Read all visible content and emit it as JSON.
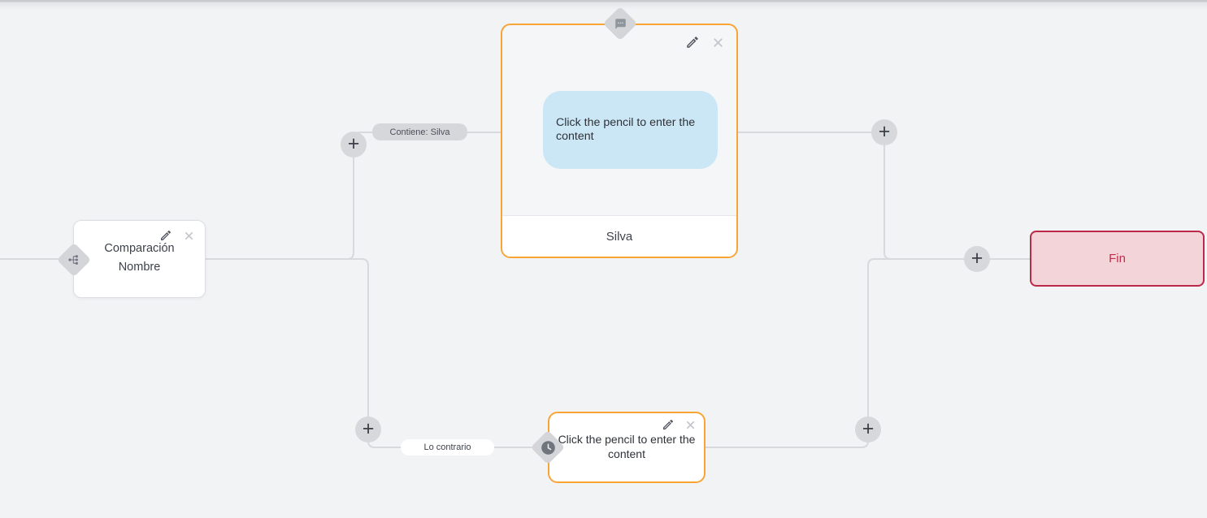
{
  "edge_labels": {
    "top": "Contiene: Silva",
    "bottom": "Lo contrario"
  },
  "add_button": {
    "label": "+"
  },
  "condition_node": {
    "line1": "Comparación",
    "line2": "Nombre"
  },
  "message_node": {
    "bubble": "Click the pencil to enter the content",
    "footer": "Silva"
  },
  "wait_node": {
    "text": "Click the pencil to enter the content"
  },
  "end_node": {
    "label": "Fin"
  },
  "colors": {
    "accent_orange": "#f8a536",
    "accent_red": "#bb2848",
    "bubble_blue": "#cbe7f6",
    "wire_gray": "#d7d9dc"
  }
}
